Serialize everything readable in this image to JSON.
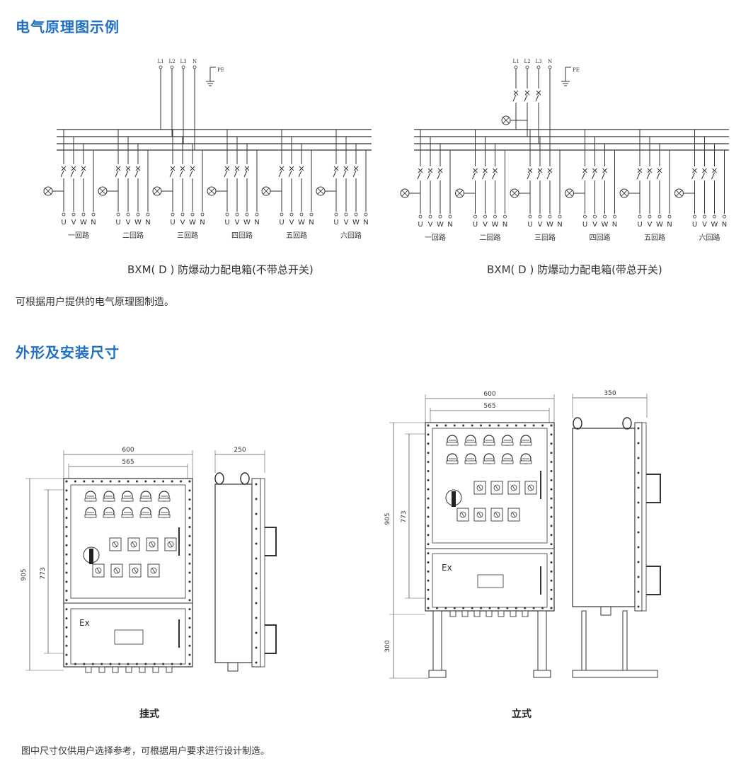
{
  "section1": {
    "title": "电气原理图示例"
  },
  "schematic": {
    "phase_labels": [
      "L1",
      "L2",
      "L3",
      "N"
    ],
    "pe_label": "PE",
    "terminal_labels": [
      "U",
      "V",
      "W",
      "N"
    ],
    "circuit_labels": [
      "一回路",
      "二回路",
      "三回路",
      "四回路",
      "五回路",
      "六回路"
    ],
    "left_caption": "BXM( D ) 防爆动力配电箱(不带总开关)",
    "right_caption": "BXM( D ) 防爆动力配电箱(带总开关)"
  },
  "note1": "可根据用户提供的电气原理图制造。",
  "section2": {
    "title": "外形及安装尺寸"
  },
  "dimensions": {
    "width_outer": "600",
    "width_inner": "565",
    "depth_wall": "250",
    "depth_floor": "350",
    "height_outer": "905",
    "height_inner": "773",
    "stand_height": "300",
    "ex_mark": "Ex"
  },
  "wall_label": "挂式",
  "floor_label": "立式",
  "note2": "图中尺寸仅供用户选择参考，可根据用户要求进行设计制造。"
}
